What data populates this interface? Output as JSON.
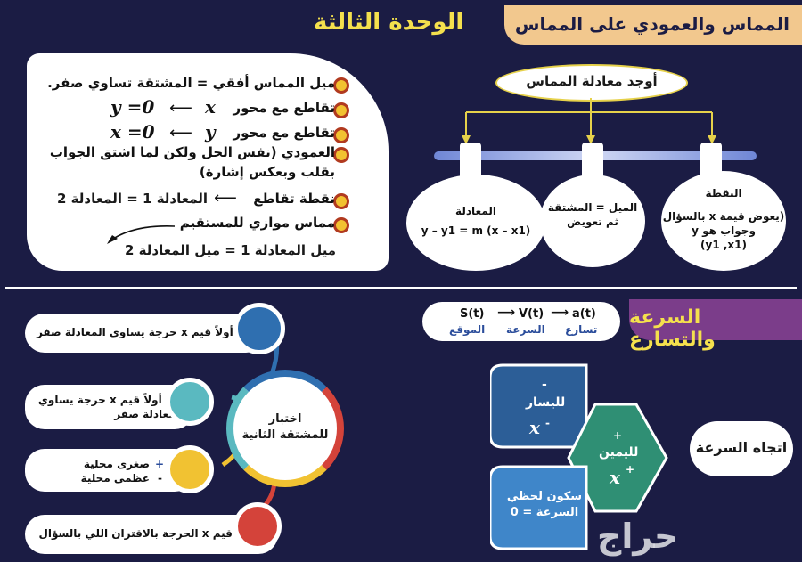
{
  "unit_title": "الوحدة الثالثة",
  "tangent_section": {
    "title": "المماس والعمودي على المماس",
    "rules": [
      "ميل المماس أفقي = المشتقة تساوي صفر.",
      "تقاطع مع محور",
      "تقاطع مع محور",
      "العمودي (نفس الحل ولكن لما اشتق الجواب",
      "بقلب وبعكس إشارة)",
      "نقطة تقاطع",
      "المعادلة 1 = المعادلة 2",
      "مماس موازي للمستقيم",
      "ميل المعادلة 1 = ميل المعادلة 2"
    ],
    "math": {
      "x_var": "x",
      "y_eq": "y =0",
      "y_var": "y",
      "x_eq": "x =0"
    },
    "find_equation": "أوجد معادلة المماس",
    "steps": {
      "equation_title": "المعادلة",
      "equation_formula": "y – y1 = m (x – x1)",
      "slope_line1": "الميل = المشتقة",
      "slope_line2": "ثم تعويض",
      "point_title": "النقطة",
      "point_line1": "(يعوض قيمة x بالسؤال",
      "point_line2": "وجواب هو y",
      "point_line3": "(y1 ,x1)"
    }
  },
  "speed_section": {
    "title": "السرعة والتسارع",
    "chain": {
      "s": "S(t)",
      "v": "V(t)",
      "a": "a(t)",
      "s_label": "الموقع",
      "v_label": "السرعة",
      "a_label": "تسارع"
    },
    "direction_label": "اتجاه السرعة",
    "wheel": {
      "left_sign": "-",
      "left_label": "لليسار",
      "left_var": "x",
      "right_sign": "+",
      "right_label": "لليمين",
      "right_var": "x",
      "rest_line1": "سكون لحظي",
      "rest_line2": "السرعة = 0"
    }
  },
  "second_derivative": {
    "center_line1": "اختبار",
    "center_line2": "للمشتقة الثانية",
    "step1": "نجد أولاً قيم x حرجة يساوي المعادلة صفر",
    "step2_line1": "نجد أولاً قيم x حرجة يساوي",
    "step2_line2": "المعادلة صفر",
    "step3_line1": "صغرى محلية",
    "step3_sign1": "+",
    "step3_line2": "عظمى محلية",
    "step3_sign2": "-",
    "step4": "يعوض قيم x الحرجة بالاقتران اللي بالسؤال"
  },
  "watermark": "حراج",
  "colors": {
    "navy": "#1b1c44",
    "yellow": "#f4e04d",
    "peach": "#f2c88e",
    "purple": "#7b3d8a",
    "node_blue": "#2f6fb0",
    "node_teal": "#5ab9c0",
    "node_yellow": "#f1c232",
    "node_red": "#d4433a",
    "wheel_dark": "#2c5e97",
    "wheel_green": "#2f8f74",
    "wheel_light": "#3f86c9"
  }
}
